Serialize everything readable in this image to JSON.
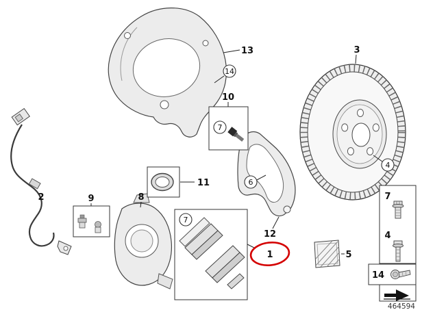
{
  "diagram": {
    "doc_number": "464594",
    "highlight_color": "#d40000",
    "callouts": {
      "dust_shield": "13",
      "shield_screw": "14",
      "guide_pin_group": "10",
      "guide_pin_qty": "7",
      "brake_disc": "3",
      "disc_screw": "4",
      "wear_sensor": "2",
      "fitting_group": "9",
      "caliper": "8",
      "seal_ring": "11",
      "carrier": "6",
      "carrier_bolt": "12",
      "pad_set": "1",
      "pad_set_qty": "7",
      "grease_packet": "5",
      "bolt_upper": "7",
      "screw_lower": "4",
      "flange_screw": "14"
    }
  }
}
